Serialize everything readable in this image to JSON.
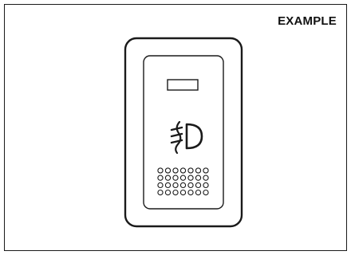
{
  "caption": {
    "label": "EXAMPLE"
  },
  "diagram": {
    "subject": "fog-light-switch",
    "elements": [
      "switch-housing",
      "rocker-panel",
      "indicator-lamp",
      "fog-light-symbol-icon",
      "dot-grip-pattern"
    ],
    "dot_grid": {
      "rows": 4,
      "cols": 7
    },
    "colors": {
      "stroke": "#1a1a1a",
      "background": "#ffffff"
    }
  }
}
